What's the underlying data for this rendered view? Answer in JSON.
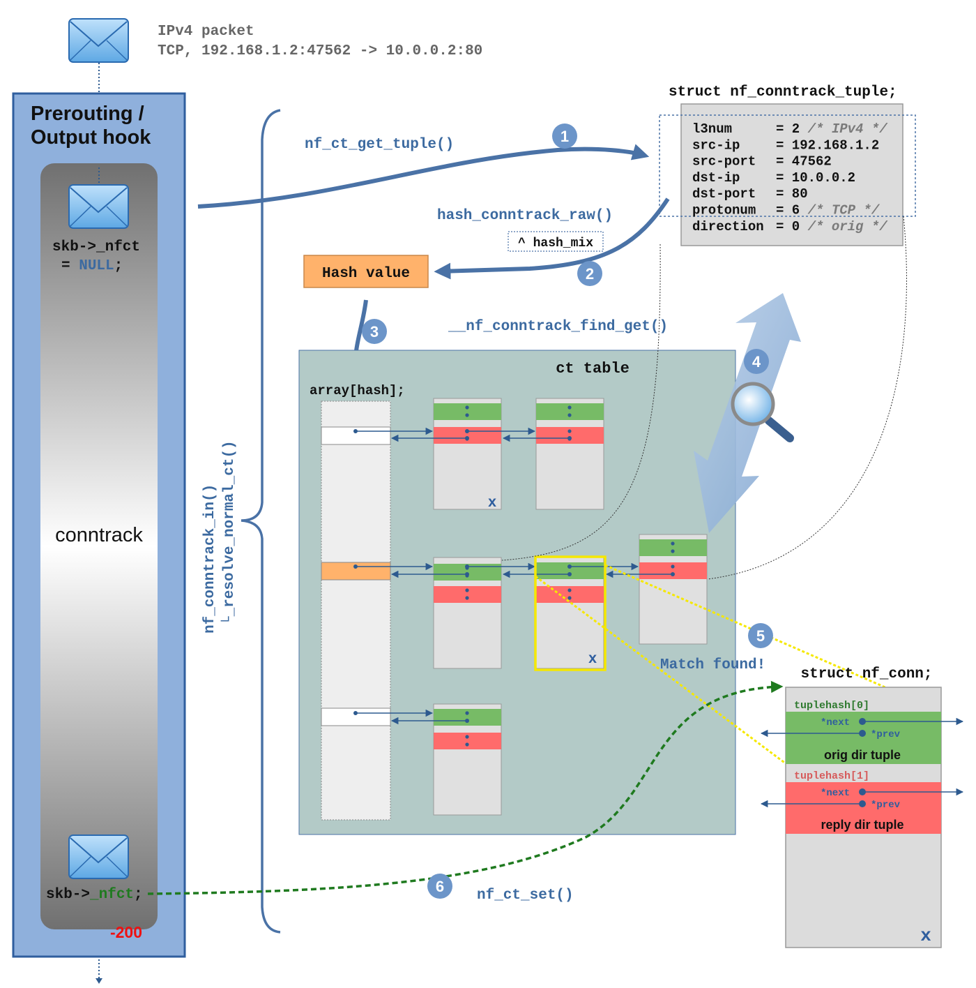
{
  "packet": {
    "line1": "IPv4 packet",
    "line2": "TCP, 192.168.1.2:47562 -> 10.0.0.2:80"
  },
  "hook": {
    "title_line1": "Prerouting /",
    "title_line2": "Output hook",
    "center_label": "conntrack",
    "skb_top_line1": "skb->_nfct",
    "skb_top_eq": "= ",
    "skb_top_null": "NULL",
    "skb_top_semicolon": ";",
    "skb_bottom_prefix": "skb->",
    "skb_bottom_field": "_nfct",
    "skb_bottom_semicolon": ";",
    "priority": "-200"
  },
  "brace_labels": {
    "line1": "nf_conntrack_in()",
    "line2": "└_resolve_normal_ct()"
  },
  "steps": {
    "s1_label": "nf_ct_get_tuple()",
    "s2_label": "hash_conntrack_raw()",
    "s2_sub": "^ hash_mix",
    "s3_box": "Hash value",
    "s4_label": "__nf_conntrack_find_get()",
    "s5_label": "Match found!",
    "s6_label": "nf_ct_set()",
    "numbers": [
      "1",
      "2",
      "3",
      "4",
      "5",
      "6"
    ]
  },
  "tuple_struct": {
    "title": "struct nf_conntrack_tuple;",
    "rows": [
      {
        "key": "l3num",
        "value": "2",
        "comment": "/* IPv4 */"
      },
      {
        "key": "src-ip",
        "value": "192.168.1.2",
        "comment": ""
      },
      {
        "key": "src-port",
        "value": "47562",
        "comment": ""
      },
      {
        "key": "dst-ip",
        "value": "10.0.0.2",
        "comment": ""
      },
      {
        "key": "dst-port",
        "value": "80",
        "comment": ""
      },
      {
        "key": "protonum",
        "value": "6",
        "comment": "/* TCP */"
      },
      {
        "key": "direction",
        "value": "0",
        "comment": "/* orig */"
      }
    ]
  },
  "ct_table": {
    "title": "ct table",
    "array_label": "array[hash];",
    "x_mark": "x"
  },
  "nf_conn": {
    "title": "struct nf_conn;",
    "tuplehash0": "tuplehash[0]",
    "tuplehash1": "tuplehash[1]",
    "next_label": "*next",
    "prev_label": "*prev",
    "orig_label": "orig dir tuple",
    "reply_label": "reply dir tuple",
    "x_mark": "x"
  },
  "colors": {
    "hook_blue": "#8fb0dc",
    "accent_blue": "#4a72a6",
    "text_blue": "#3c6aa0",
    "table_bg": "#b3cac7",
    "hash_orange": "#ffb26b",
    "green": "#77bb66",
    "red": "#ff6b6b",
    "highlight_yellow": "#f5e800",
    "dashed_green": "#1f7a1f"
  }
}
